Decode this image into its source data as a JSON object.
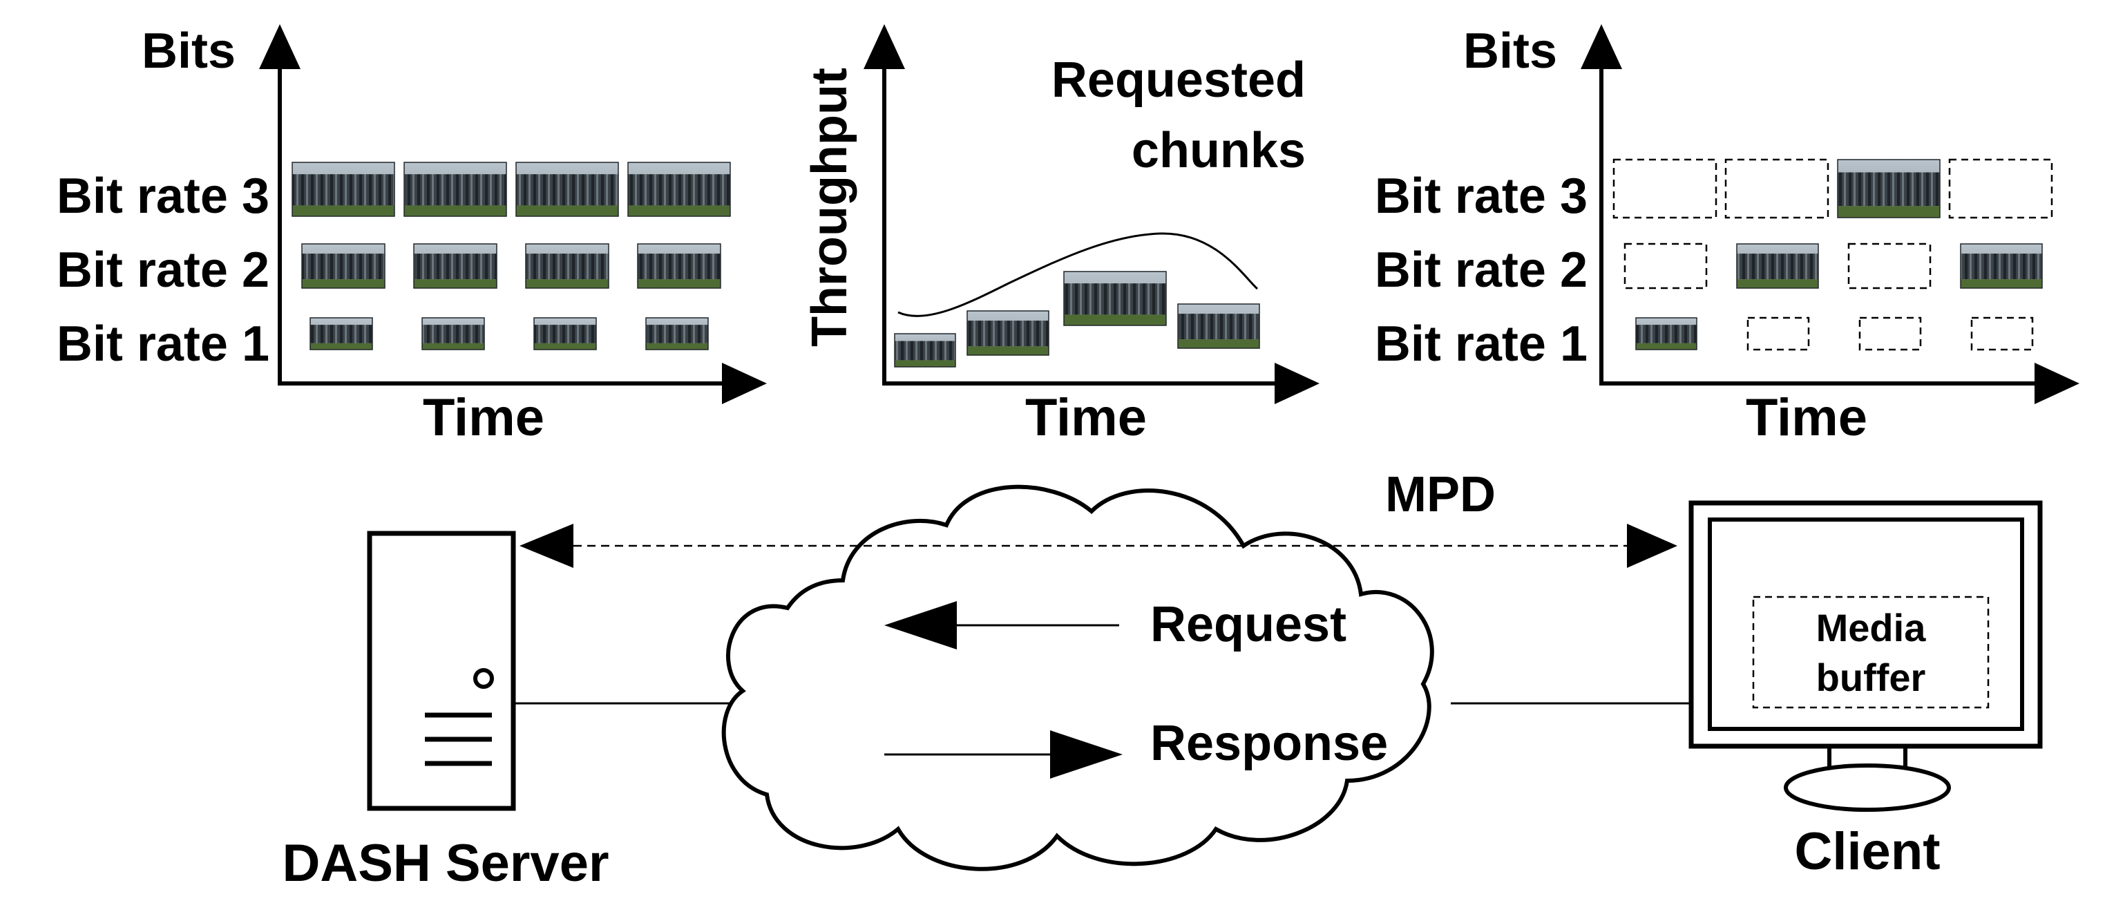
{
  "panels": [
    {
      "y_label": "Bits",
      "x_label": "Time",
      "rows": [
        "Bit rate 3",
        "Bit rate 2",
        "Bit rate 1"
      ]
    },
    {
      "y_label": "Throughput",
      "x_label": "Time",
      "caption_line1": "Requested",
      "caption_line2": "chunks"
    },
    {
      "y_label": "Bits",
      "x_label": "Time",
      "rows": [
        "Bit rate 3",
        "Bit rate 2",
        "Bit rate 1"
      ],
      "selected_rate_per_chunk": [
        1,
        2,
        3,
        2
      ]
    }
  ],
  "network": {
    "mpd_label": "MPD",
    "request_label": "Request",
    "response_label": "Response"
  },
  "server": {
    "label": "DASH Server"
  },
  "client": {
    "label": "Client",
    "buffer_line1": "Media",
    "buffer_line2": "buffer"
  }
}
